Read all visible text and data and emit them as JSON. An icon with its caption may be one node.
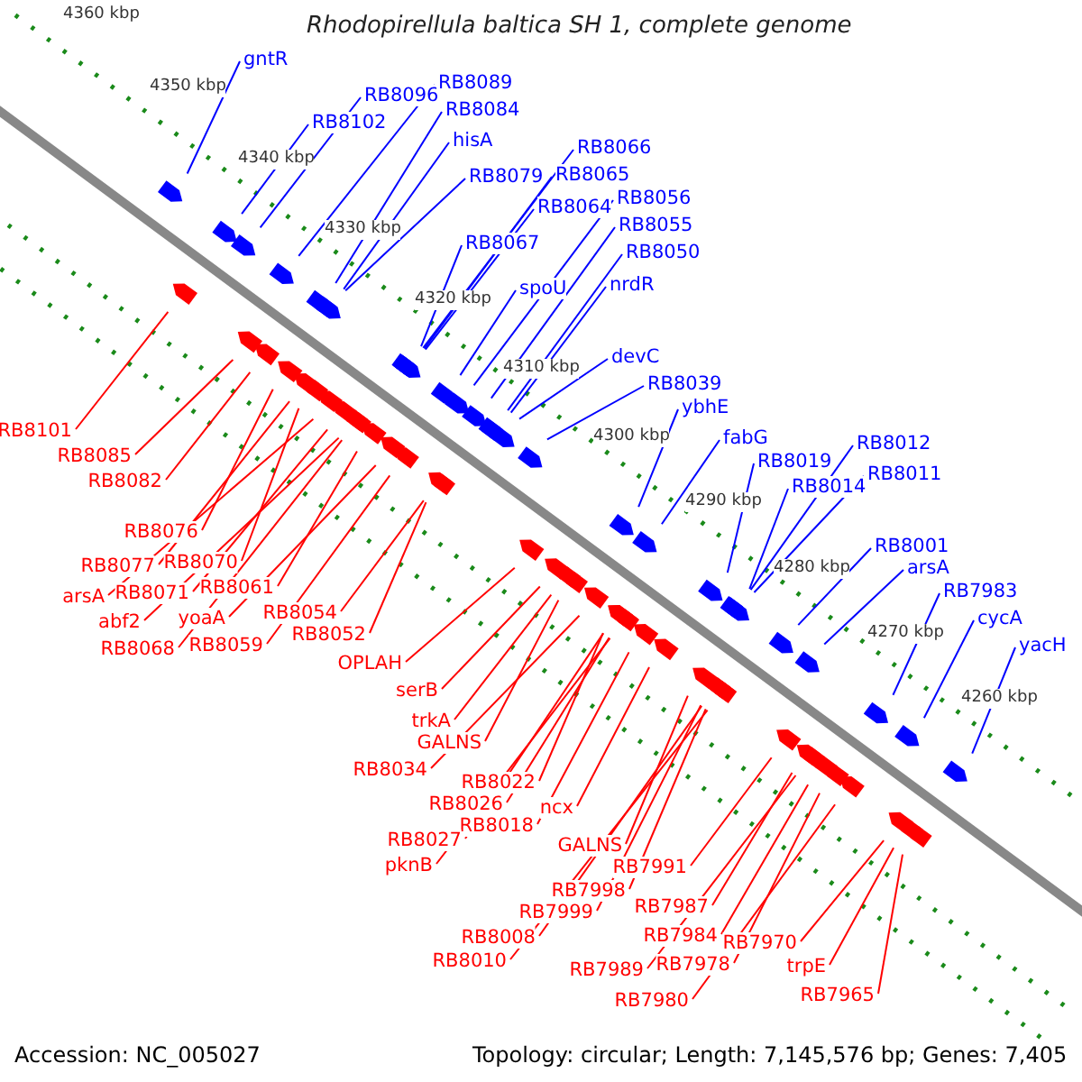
{
  "diagram": {
    "title": "Rhodopirellula baltica SH 1, complete genome",
    "nodes": [
      {
        "text": [
          "gntR"
        ]
      },
      {
        "text": [
          "RB8096"
        ]
      },
      {
        "text": [
          "RB8102"
        ]
      },
      {
        "text": [
          "RB8089"
        ]
      },
      {
        "text": [
          "RB8084"
        ]
      },
      {
        "text": [
          "hisA"
        ]
      },
      {
        "text": [
          "RB8079"
        ]
      },
      {
        "text": [
          "RB8067"
        ]
      },
      {
        "text": [
          "RB8066"
        ]
      },
      {
        "text": [
          "RB8065"
        ]
      },
      {
        "text": [
          "RB8064"
        ]
      },
      {
        "text": [
          "spoU"
        ]
      },
      {
        "text": [
          "RB8056"
        ]
      },
      {
        "text": [
          "RB8055"
        ]
      },
      {
        "text": [
          "RB8050"
        ]
      },
      {
        "text": [
          "nrdR"
        ]
      },
      {
        "text": [
          "devC"
        ]
      },
      {
        "text": [
          "RB8039"
        ]
      },
      {
        "text": [
          "ybhE"
        ]
      },
      {
        "text": [
          "fabG"
        ]
      },
      {
        "text": [
          "RB8019"
        ]
      },
      {
        "text": [
          "RB8014"
        ]
      },
      {
        "text": [
          "RB8012"
        ]
      },
      {
        "text": [
          "RB8011"
        ]
      },
      {
        "text": [
          "RB8001"
        ]
      },
      {
        "text": [
          "arsA"
        ]
      },
      {
        "text": [
          "RB7983"
        ]
      },
      {
        "text": [
          "cycA"
        ]
      },
      {
        "text": [
          "yacH"
        ]
      },
      {
        "text": [
          "RB8101"
        ]
      },
      {
        "text": [
          "RB8085"
        ]
      },
      {
        "text": [
          "RB8082"
        ]
      },
      {
        "text": [
          "RB8076"
        ]
      },
      {
        "text": [
          "RB8077"
        ]
      },
      {
        "text": [
          "RB8070"
        ]
      },
      {
        "text": [
          "arsA"
        ]
      },
      {
        "text": [
          "RB8071"
        ]
      },
      {
        "text": [
          "RB8061"
        ]
      },
      {
        "text": [
          "abf2"
        ]
      },
      {
        "text": [
          "yoaA"
        ]
      },
      {
        "text": [
          "RB8068"
        ]
      },
      {
        "text": [
          "RB8059"
        ]
      },
      {
        "text": [
          "RB8054"
        ]
      },
      {
        "text": [
          "RB8052"
        ]
      },
      {
        "text": [
          "OPLAH"
        ]
      },
      {
        "text": [
          "serB"
        ]
      },
      {
        "text": [
          "trkA"
        ]
      },
      {
        "text": [
          "GALNS"
        ]
      },
      {
        "text": [
          "RB8034"
        ]
      },
      {
        "text": [
          "RB8022"
        ]
      },
      {
        "text": [
          "RB8026"
        ]
      },
      {
        "text": [
          "RB8018"
        ]
      },
      {
        "text": [
          "ncx"
        ]
      },
      {
        "text": [
          "RB8027"
        ]
      },
      {
        "text": [
          "pknB"
        ]
      },
      {
        "text": [
          "GALNS"
        ]
      },
      {
        "text": [
          "RB7991"
        ]
      },
      {
        "text": [
          "RB7998"
        ]
      },
      {
        "text": [
          "RB7999"
        ]
      },
      {
        "text": [
          "RB8008"
        ]
      },
      {
        "text": [
          "RB8010"
        ]
      },
      {
        "text": [
          "RB7987"
        ]
      },
      {
        "text": [
          "RB7989"
        ]
      },
      {
        "text": [
          "RB7984"
        ]
      },
      {
        "text": [
          "RB7978"
        ]
      },
      {
        "text": [
          "RB7980"
        ]
      },
      {
        "text": [
          "RB7970"
        ]
      },
      {
        "text": [
          "trpE"
        ]
      },
      {
        "text": [
          "RB7965"
        ]
      }
    ],
    "edges": [
      {
        "from": 0,
        "to": null,
        "arrow": "none",
        "color": "#0000ff"
      },
      {
        "from": 1,
        "to": null,
        "arrow": "none",
        "color": "#0000ff"
      },
      {
        "from": 2,
        "to": null,
        "arrow": "none",
        "color": "#0000ff"
      },
      {
        "from": 3,
        "to": null,
        "arrow": "none",
        "color": "#0000ff"
      },
      {
        "from": 4,
        "to": null,
        "arrow": "none",
        "color": "#0000ff"
      },
      {
        "from": 5,
        "to": null,
        "arrow": "none",
        "color": "#0000ff"
      },
      {
        "from": 6,
        "to": null,
        "arrow": "none",
        "color": "#0000ff"
      },
      {
        "from": 7,
        "to": null,
        "arrow": "none",
        "color": "#0000ff"
      },
      {
        "from": 8,
        "to": null,
        "arrow": "none",
        "color": "#0000ff"
      },
      {
        "from": 9,
        "to": null,
        "arrow": "none",
        "color": "#0000ff"
      },
      {
        "from": 10,
        "to": null,
        "arrow": "none",
        "color": "#0000ff"
      },
      {
        "from": 11,
        "to": null,
        "arrow": "none",
        "color": "#0000ff"
      },
      {
        "from": 12,
        "to": null,
        "arrow": "none",
        "color": "#0000ff"
      },
      {
        "from": 13,
        "to": null,
        "arrow": "none",
        "color": "#0000ff"
      },
      {
        "from": 14,
        "to": null,
        "arrow": "none",
        "color": "#0000ff"
      },
      {
        "from": 15,
        "to": null,
        "arrow": "none",
        "color": "#0000ff"
      },
      {
        "from": 16,
        "to": null,
        "arrow": "none",
        "color": "#0000ff"
      },
      {
        "from": 17,
        "to": null,
        "arrow": "none",
        "color": "#0000ff"
      },
      {
        "from": 18,
        "to": null,
        "arrow": "none",
        "color": "#0000ff"
      },
      {
        "from": 19,
        "to": null,
        "arrow": "none",
        "color": "#0000ff"
      },
      {
        "from": 20,
        "to": null,
        "arrow": "none",
        "color": "#0000ff"
      },
      {
        "from": 21,
        "to": null,
        "arrow": "none",
        "color": "#0000ff"
      },
      {
        "from": 22,
        "to": null,
        "arrow": "none",
        "color": "#0000ff"
      },
      {
        "from": 23,
        "to": null,
        "arrow": "none",
        "color": "#0000ff"
      },
      {
        "from": 24,
        "to": null,
        "arrow": "none",
        "color": "#0000ff"
      },
      {
        "from": 25,
        "to": null,
        "arrow": "none",
        "color": "#0000ff"
      },
      {
        "from": 26,
        "to": null,
        "arrow": "none",
        "color": "#0000ff"
      },
      {
        "from": 27,
        "to": null,
        "arrow": "none",
        "color": "#0000ff"
      },
      {
        "from": 28,
        "to": null,
        "arrow": "none",
        "color": "#0000ff"
      },
      {
        "from": 29,
        "to": null,
        "arrow": "none"
      },
      {
        "from": 30,
        "to": null,
        "arrow": "none"
      },
      {
        "from": 31,
        "to": null,
        "arrow": "none"
      },
      {
        "from": 32,
        "to": null,
        "arrow": "none"
      },
      {
        "from": 33,
        "to": null,
        "arrow": "none"
      },
      {
        "from": 34,
        "to": null,
        "arrow": "none"
      },
      {
        "from": 35,
        "to": null,
        "arrow": "none"
      },
      {
        "from": 36,
        "to": null,
        "arrow": "none"
      },
      {
        "from": 37,
        "to": null,
        "arrow": "none"
      },
      {
        "from": 38,
        "to": null,
        "arrow": "none"
      },
      {
        "from": 39,
        "to": null,
        "arrow": "none"
      },
      {
        "from": 40,
        "to": null,
        "arrow": "none"
      },
      {
        "from": 41,
        "to": null,
        "arrow": "none"
      },
      {
        "from": 42,
        "to": null,
        "arrow": "none"
      },
      {
        "from": 43,
        "to": null,
        "arrow": "none"
      },
      {
        "from": 44,
        "to": null,
        "arrow": "none"
      },
      {
        "from": 45,
        "to": null,
        "arrow": "none"
      },
      {
        "from": 46,
        "to": null,
        "arrow": "none"
      },
      {
        "from": 47,
        "to": null,
        "arrow": "none"
      },
      {
        "from": 48,
        "to": null,
        "arrow": "none"
      },
      {
        "from": 49,
        "to": null,
        "arrow": "none"
      },
      {
        "from": 50,
        "to": null,
        "arrow": "none"
      },
      {
        "from": 51,
        "to": null,
        "arrow": "none"
      },
      {
        "from": 52,
        "to": null,
        "arrow": "none"
      },
      {
        "from": 53,
        "to": null,
        "arrow": "none"
      },
      {
        "from": 54,
        "to": null,
        "arrow": "none"
      },
      {
        "from": 55,
        "to": null,
        "arrow": "none"
      },
      {
        "from": 56,
        "to": null,
        "arrow": "none"
      },
      {
        "from": 57,
        "to": null,
        "arrow": "none"
      },
      {
        "from": 58,
        "to": null,
        "arrow": "none"
      },
      {
        "from": 59,
        "to": null,
        "arrow": "none"
      },
      {
        "from": 60,
        "to": null,
        "arrow": "none"
      },
      {
        "from": 61,
        "to": null,
        "arrow": "none"
      },
      {
        "from": 62,
        "to": null,
        "arrow": "none"
      },
      {
        "from": 63,
        "to": null,
        "arrow": "none"
      },
      {
        "from": 64,
        "to": null,
        "arrow": "none"
      },
      {
        "from": 65,
        "to": null,
        "arrow": "none"
      },
      {
        "from": 66,
        "to": null,
        "arrow": "none"
      },
      {
        "from": 67,
        "to": null,
        "arrow": "none"
      },
      {
        "from": 68,
        "to": null,
        "arrow": "none"
      }
    ],
    "labels": [
      "4360 kbp",
      "4350 kbp",
      "4340 kbp",
      "4330 kbp",
      "4320 kbp",
      "4310 kbp",
      "4300 kbp",
      "4290 kbp",
      "4280 kbp",
      "4270 kbp",
      "4260 kbp",
      "Accession: NC_005027",
      "Topology: circular; Length: 7,145,576 bp; Genes: 7,405"
    ]
  }
}
